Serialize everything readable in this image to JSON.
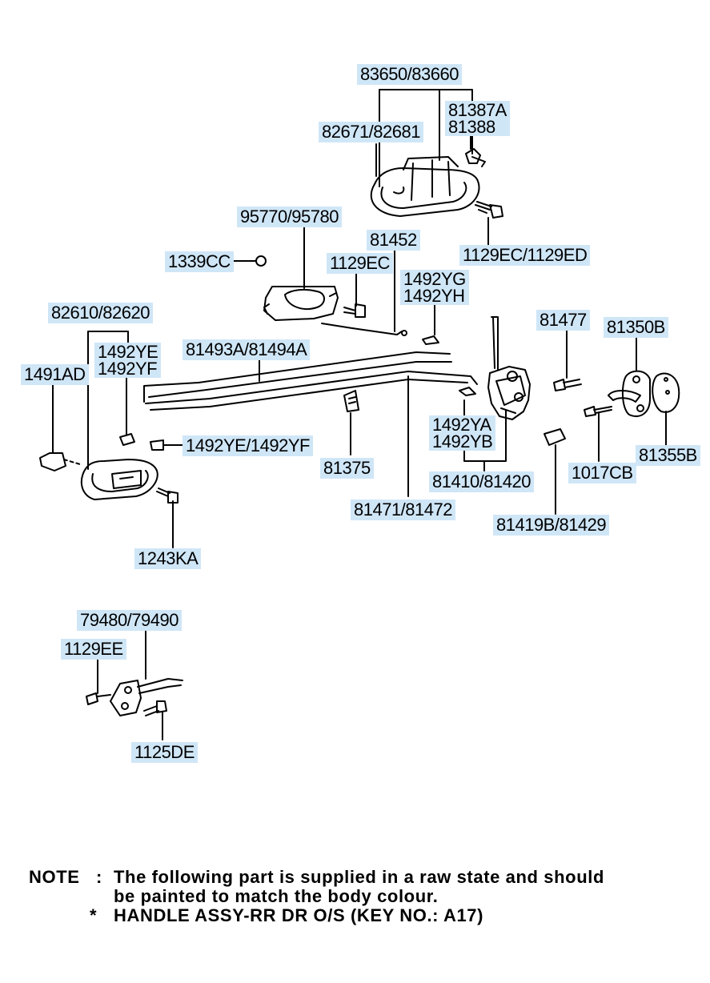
{
  "diagram": {
    "labels": {
      "p83650": "83650/83660",
      "p81387": "81387A\n81388",
      "p82671": "82671/82681",
      "p95770": "95770/95780",
      "p81452": "81452",
      "p1129ec_top": "1129EC/1129ED",
      "p1339cc": "1339CC",
      "p1129ec": "1129EC",
      "p1492yg": "1492YG\n1492YH",
      "p82610": "82610/82620",
      "p81477": "81477",
      "p81350b": "81350B",
      "p81493a": "81493A/81494A",
      "p1492ye_top": "1492YE\n1492YF",
      "p1491ad": "1491AD",
      "p1492ya": "1492YA\n1492YB",
      "p1492ye": "1492YE/1492YF",
      "p81375": "81375",
      "p81355b": "81355B",
      "p1017cb": "1017CB",
      "p81410": "81410/81420",
      "p81471": "81471/81472",
      "p81419b": "81419B/81429",
      "p1243ka": "1243KA",
      "p79480": "79480/79490",
      "p1129ee": "1129EE",
      "p1125de": "1125DE"
    },
    "note": {
      "heading": "NOTE",
      "colon": ":",
      "line1": "The following part is supplied in a raw state and should",
      "line2": "be painted to match the body colour.",
      "star": "*",
      "line3": "HANDLE ASSY-RR DR O/S (KEY NO.: A17)"
    }
  }
}
